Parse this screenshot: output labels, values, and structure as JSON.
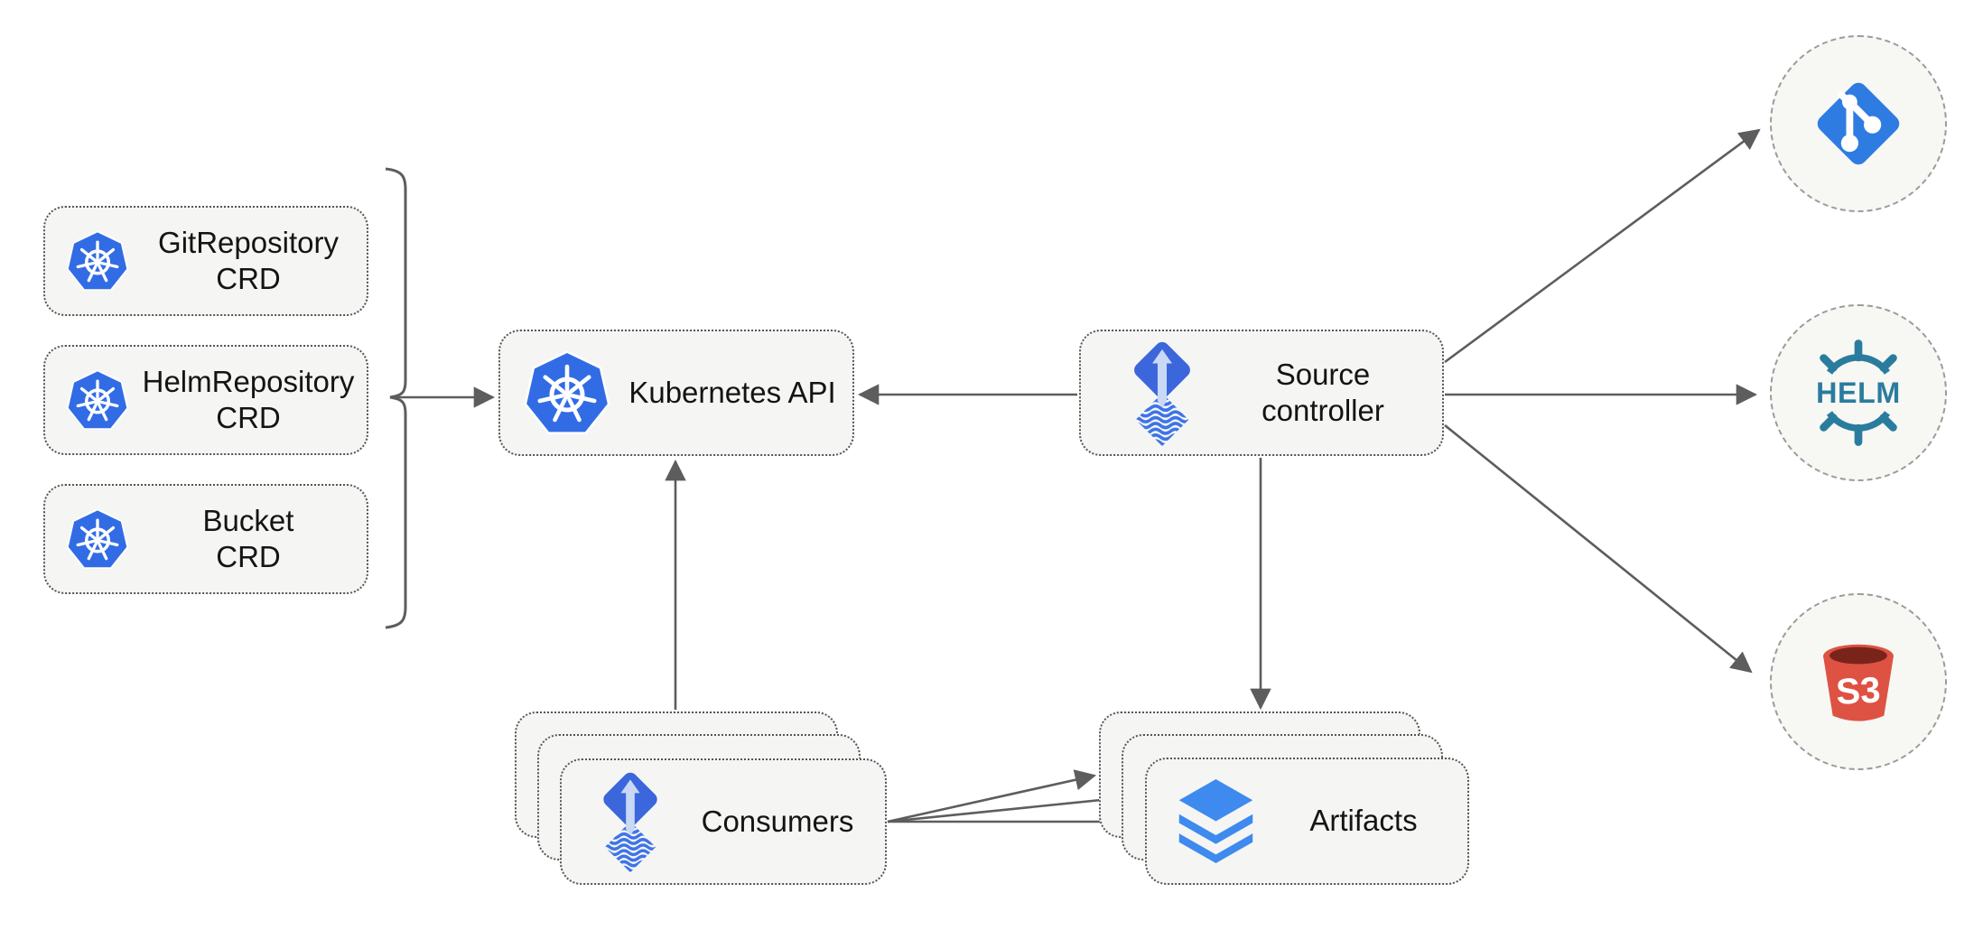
{
  "title": "Flux source-controller architecture diagram",
  "colors": {
    "background": "#ffffff",
    "node_fill": "#f5f5f4",
    "node_border": "#555555",
    "circle_fill": "#f7f7f4",
    "circle_border": "#9b9b9b",
    "arrow": "#5d5d5d",
    "text": "#141414",
    "kubernetes_blue": "#326ce5",
    "flux_blue": "#3b66dc",
    "flux_wave_blue": "#3e74e8",
    "flux_arrow_light": "#c9d8f4",
    "layers_blue": "#3e8aee",
    "git_blue": "#2e7ce2",
    "helm_teal": "#2a7c9e",
    "s3_red": "#de5243",
    "s3_dark": "#7a231b"
  },
  "crd_group": {
    "items": [
      {
        "icon": "kubernetes-icon",
        "line1": "GitRepository",
        "line2": "CRD"
      },
      {
        "icon": "kubernetes-icon",
        "line1": "HelmRepository",
        "line2": "CRD"
      },
      {
        "icon": "kubernetes-icon",
        "line1": "Bucket",
        "line2": "CRD"
      }
    ]
  },
  "kubernetes_api": {
    "icon": "kubernetes-icon",
    "label": "Kubernetes API"
  },
  "source_controller": {
    "icon": "flux-icon",
    "line1": "Source",
    "line2": "controller"
  },
  "consumers": {
    "icon": "flux-icon",
    "label": "Consumers"
  },
  "artifacts": {
    "icon": "layers-icon",
    "label": "Artifacts"
  },
  "external_sources": {
    "git": {
      "icon": "git-icon"
    },
    "helm": {
      "icon": "helm-icon",
      "label": "HELM"
    },
    "s3": {
      "icon": "s3-bucket-icon",
      "label": "S3"
    }
  }
}
